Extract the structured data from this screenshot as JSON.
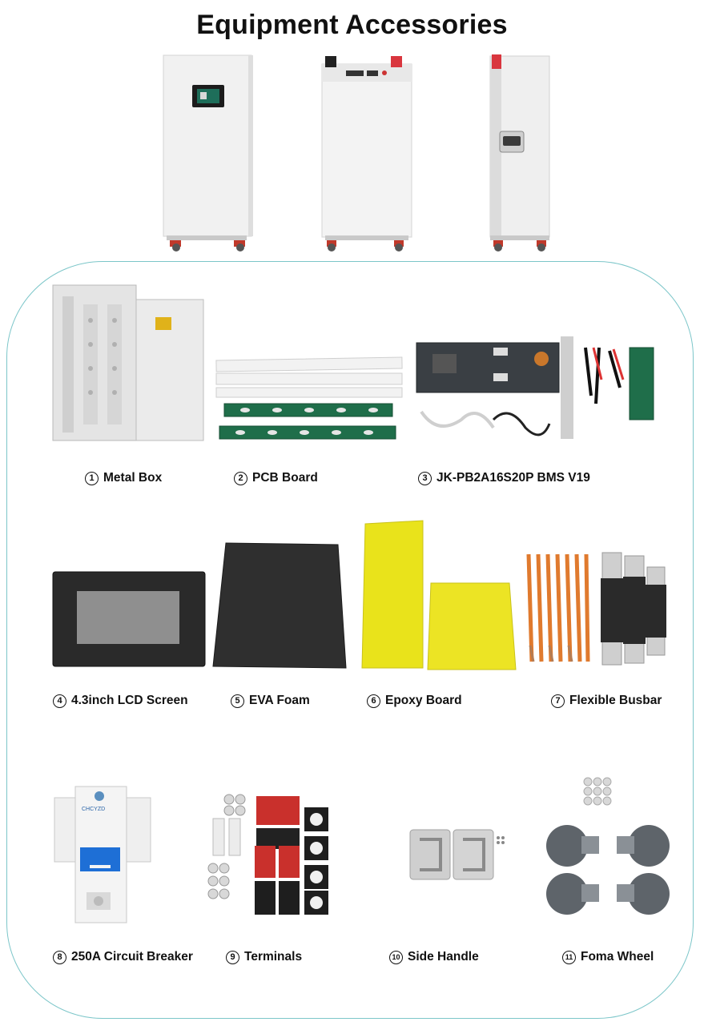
{
  "title": "Equipment Accessories",
  "accent_color": "#7cc6c9",
  "items": [
    {
      "num": "1",
      "label": "Metal Box",
      "icon": "metal-box-icon"
    },
    {
      "num": "2",
      "label": "PCB Board",
      "icon": "pcb-board-icon"
    },
    {
      "num": "3",
      "label": "JK-PB2A16S20P BMS V19",
      "icon": "bms-icon"
    },
    {
      "num": "4",
      "label": "4.3inch LCD Screen",
      "icon": "lcd-screen-icon"
    },
    {
      "num": "5",
      "label": "EVA Foam",
      "icon": "eva-foam-icon"
    },
    {
      "num": "6",
      "label": "Epoxy Board",
      "icon": "epoxy-board-icon"
    },
    {
      "num": "7",
      "label": "Flexible Busbar",
      "icon": "flexible-busbar-icon"
    },
    {
      "num": "8",
      "label": "250A Circuit Breaker",
      "icon": "circuit-breaker-icon"
    },
    {
      "num": "9",
      "label": "Terminals",
      "icon": "terminals-icon"
    },
    {
      "num": "10",
      "label": "Side Handle",
      "icon": "side-handle-icon"
    },
    {
      "num": "11",
      "label": "Foma Wheel",
      "icon": "foma-wheel-icon"
    }
  ],
  "breaker_label": "CHCYZD"
}
